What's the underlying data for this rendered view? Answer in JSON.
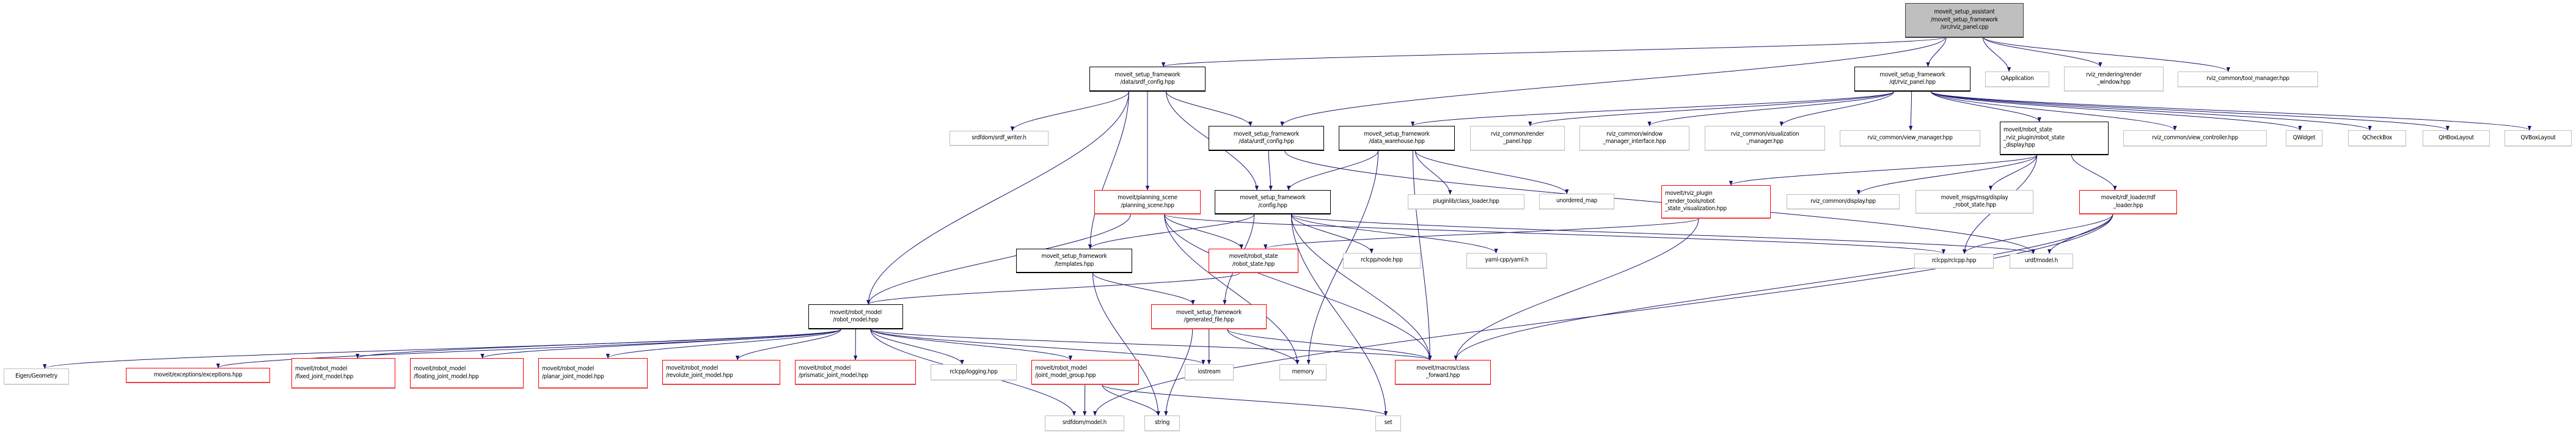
{
  "title": "Include dependency graph for rviz_panel.cpp",
  "colors": {
    "edge": "#191970",
    "root_fill": "#bfbfbf",
    "red_border": "#ff0000",
    "ext_border": "#bfbfbf"
  },
  "nodes": [
    {
      "id": "root",
      "kind": "root",
      "label": "moveit_setup_assistant\n/moveit_setup_framework\n/src/rviz_panel.cpp"
    },
    {
      "id": "srdf_config",
      "kind": "doc",
      "label": "moveit_setup_framework\n/data/srdf_config.hpp"
    },
    {
      "id": "rviz_panel_hpp",
      "kind": "doc",
      "label": "moveit_setup_framework\n/qt/rviz_panel.hpp"
    },
    {
      "id": "qapplication",
      "kind": "ext",
      "label": "QApplication"
    },
    {
      "id": "render_window",
      "kind": "ext",
      "label": "rviz_rendering/render\n_window.hpp"
    },
    {
      "id": "tool_manager",
      "kind": "ext",
      "label": "rviz_common/tool_manager.hpp"
    },
    {
      "id": "srdf_writer",
      "kind": "ext",
      "label": "srdfdom/srdf_writer.h"
    },
    {
      "id": "urdf_config",
      "kind": "doc",
      "label": "moveit_setup_framework\n/data/urdf_config.hpp"
    },
    {
      "id": "data_warehouse",
      "kind": "doc",
      "label": "moveit_setup_framework\n/data_warehouse.hpp"
    },
    {
      "id": "render_panel",
      "kind": "ext",
      "label": "rviz_common/render\n_panel.hpp"
    },
    {
      "id": "window_manager",
      "kind": "ext",
      "label": "rviz_common/window\n_manager_interface.hpp"
    },
    {
      "id": "visualization_manager",
      "kind": "ext",
      "label": "rviz_common/visualization\n_manager.hpp"
    },
    {
      "id": "view_manager",
      "kind": "ext",
      "label": "rviz_common/view_manager.hpp"
    },
    {
      "id": "robot_state_display",
      "kind": "doc",
      "left": true,
      "label": "moveit/robot_state\n_rviz_plugin/robot_state\n_display.hpp"
    },
    {
      "id": "view_controller",
      "kind": "ext",
      "label": "rviz_common/view_controller.hpp"
    },
    {
      "id": "qwidget",
      "kind": "ext",
      "label": "QWidget"
    },
    {
      "id": "qcheckbox",
      "kind": "ext",
      "label": "QCheckBox"
    },
    {
      "id": "qhboxlayout",
      "kind": "ext",
      "label": "QHBoxLayout"
    },
    {
      "id": "qvboxlayout",
      "kind": "ext",
      "label": "QVBoxLayout"
    },
    {
      "id": "planning_scene",
      "kind": "red",
      "label": "moveit/planning_scene\n/planning_scene.hpp"
    },
    {
      "id": "config",
      "kind": "doc",
      "label": "moveit_setup_framework\n/config.hpp"
    },
    {
      "id": "class_loader",
      "kind": "ext",
      "label": "pluginlib/class_loader.hpp"
    },
    {
      "id": "unordered_map",
      "kind": "ext",
      "label": "unordered_map"
    },
    {
      "id": "robot_state_vis",
      "kind": "red",
      "left": true,
      "label": "moveit/rviz_plugin\n_render_tools/robot\n_state_visualization.hpp"
    },
    {
      "id": "display",
      "kind": "ext",
      "label": "rviz_common/display.hpp"
    },
    {
      "id": "display_robot_state",
      "kind": "ext",
      "label": "moveit_msgs/msg/display\n_robot_state.hpp"
    },
    {
      "id": "rdf_loader",
      "kind": "red",
      "label": "moveit/rdf_loader/rdf\n_loader.hpp"
    },
    {
      "id": "templates",
      "kind": "doc",
      "label": "moveit_setup_framework\n/templates.hpp"
    },
    {
      "id": "robot_state",
      "kind": "red",
      "label": "moveit/robot_state\n/robot_state.hpp"
    },
    {
      "id": "node",
      "kind": "ext",
      "label": "rclcpp/node.hpp"
    },
    {
      "id": "yaml",
      "kind": "ext",
      "label": "yaml-cpp/yaml.h"
    },
    {
      "id": "rclcpp",
      "kind": "ext",
      "label": "rclcpp/rclcpp.hpp"
    },
    {
      "id": "urdf_model",
      "kind": "ext",
      "label": "urdf/model.h"
    },
    {
      "id": "robot_model",
      "kind": "doc",
      "label": "moveit/robot_model\n/robot_model.hpp"
    },
    {
      "id": "generated_file",
      "kind": "red",
      "label": "moveit_setup_framework\n/generated_file.hpp"
    },
    {
      "id": "eigen",
      "kind": "ext",
      "label": "Eigen/Geometry"
    },
    {
      "id": "exceptions",
      "kind": "red",
      "label": "moveit/exceptions/exceptions.hpp"
    },
    {
      "id": "fixed_jm",
      "kind": "red",
      "left": true,
      "label": "moveit/robot_model\n/fixed_joint_model.hpp"
    },
    {
      "id": "floating_jm",
      "kind": "red",
      "left": true,
      "label": "moveit/robot_model\n/floating_joint_model.hpp"
    },
    {
      "id": "planar_jm",
      "kind": "red",
      "left": true,
      "label": "moveit/robot_model\n/planar_joint_model.hpp"
    },
    {
      "id": "revolute_jm",
      "kind": "red",
      "left": true,
      "label": "moveit/robot_model\n/revolute_joint_model.hpp"
    },
    {
      "id": "prismatic_jm",
      "kind": "red",
      "left": true,
      "label": "moveit/robot_model\n/prismatic_joint_model.hpp"
    },
    {
      "id": "logging",
      "kind": "ext",
      "label": "rclcpp/logging.hpp"
    },
    {
      "id": "jmg",
      "kind": "red",
      "left": true,
      "label": "moveit/robot_model\n/joint_model_group.hpp"
    },
    {
      "id": "iostream",
      "kind": "ext",
      "label": "iostream"
    },
    {
      "id": "memory",
      "kind": "ext",
      "label": "memory"
    },
    {
      "id": "class_forward",
      "kind": "red",
      "label": "moveit/macros/class\n_forward.hpp"
    },
    {
      "id": "srdf_model",
      "kind": "ext",
      "label": "srdfdom/model.h"
    },
    {
      "id": "string",
      "kind": "ext",
      "label": "string"
    },
    {
      "id": "set",
      "kind": "ext",
      "label": "set"
    }
  ],
  "edges": [
    [
      "root",
      "srdf_config"
    ],
    [
      "root",
      "urdf_config"
    ],
    [
      "root",
      "rviz_panel_hpp"
    ],
    [
      "root",
      "qapplication"
    ],
    [
      "root",
      "render_window"
    ],
    [
      "root",
      "tool_manager"
    ],
    [
      "srdf_config",
      "srdf_writer"
    ],
    [
      "srdf_config",
      "urdf_config"
    ],
    [
      "srdf_config",
      "planning_scene"
    ],
    [
      "srdf_config",
      "config"
    ],
    [
      "srdf_config",
      "templates"
    ],
    [
      "srdf_config",
      "robot_model"
    ],
    [
      "rviz_panel_hpp",
      "data_warehouse"
    ],
    [
      "rviz_panel_hpp",
      "render_panel"
    ],
    [
      "rviz_panel_hpp",
      "window_manager"
    ],
    [
      "rviz_panel_hpp",
      "visualization_manager"
    ],
    [
      "rviz_panel_hpp",
      "view_manager"
    ],
    [
      "rviz_panel_hpp",
      "robot_state_display"
    ],
    [
      "rviz_panel_hpp",
      "view_controller"
    ],
    [
      "rviz_panel_hpp",
      "qwidget"
    ],
    [
      "rviz_panel_hpp",
      "qcheckbox"
    ],
    [
      "rviz_panel_hpp",
      "qhboxlayout"
    ],
    [
      "rviz_panel_hpp",
      "qvboxlayout"
    ],
    [
      "urdf_config",
      "config"
    ],
    [
      "urdf_config",
      "urdf_model"
    ],
    [
      "data_warehouse",
      "config"
    ],
    [
      "data_warehouse",
      "class_loader"
    ],
    [
      "data_warehouse",
      "unordered_map"
    ],
    [
      "data_warehouse",
      "memory"
    ],
    [
      "data_warehouse",
      "class_forward"
    ],
    [
      "robot_state_display",
      "robot_state_vis"
    ],
    [
      "robot_state_display",
      "display"
    ],
    [
      "robot_state_display",
      "display_robot_state"
    ],
    [
      "robot_state_display",
      "rdf_loader"
    ],
    [
      "robot_state_display",
      "rclcpp"
    ],
    [
      "planning_scene",
      "robot_model"
    ],
    [
      "planning_scene",
      "robot_state"
    ],
    [
      "planning_scene",
      "class_forward"
    ],
    [
      "planning_scene",
      "memory"
    ],
    [
      "planning_scene",
      "rclcpp"
    ],
    [
      "config",
      "templates"
    ],
    [
      "config",
      "generated_file"
    ],
    [
      "config",
      "node"
    ],
    [
      "config",
      "yaml"
    ],
    [
      "config",
      "class_forward"
    ],
    [
      "config",
      "set"
    ],
    [
      "config",
      "urdf_model"
    ],
    [
      "robot_state_vis",
      "robot_state"
    ],
    [
      "robot_state_vis",
      "class_forward"
    ],
    [
      "rdf_loader",
      "rclcpp"
    ],
    [
      "rdf_loader",
      "urdf_model"
    ],
    [
      "rdf_loader",
      "class_forward"
    ],
    [
      "rdf_loader",
      "srdf_model"
    ],
    [
      "templates",
      "generated_file"
    ],
    [
      "templates",
      "string"
    ],
    [
      "robot_state",
      "robot_model"
    ],
    [
      "robot_model",
      "eigen"
    ],
    [
      "robot_model",
      "exceptions"
    ],
    [
      "robot_model",
      "fixed_jm"
    ],
    [
      "robot_model",
      "floating_jm"
    ],
    [
      "robot_model",
      "planar_jm"
    ],
    [
      "robot_model",
      "revolute_jm"
    ],
    [
      "robot_model",
      "prismatic_jm"
    ],
    [
      "robot_model",
      "logging"
    ],
    [
      "robot_model",
      "jmg"
    ],
    [
      "robot_model",
      "iostream"
    ],
    [
      "robot_model",
      "class_forward"
    ],
    [
      "robot_model",
      "srdf_model"
    ],
    [
      "generated_file",
      "iostream"
    ],
    [
      "generated_file",
      "memory"
    ],
    [
      "generated_file",
      "class_forward"
    ],
    [
      "generated_file",
      "string"
    ],
    [
      "jmg",
      "srdf_model"
    ],
    [
      "jmg",
      "string"
    ],
    [
      "jmg",
      "set"
    ]
  ]
}
